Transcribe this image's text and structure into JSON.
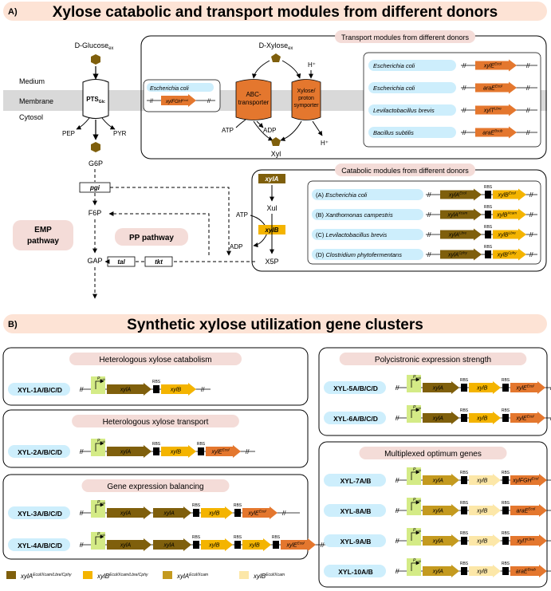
{
  "partA": {
    "label": "A)",
    "title": "Xylose catabolic and transport modules from different donors",
    "glucose": "D-Glucose",
    "xylose": "D-Xylose",
    "ex_sub": "ex",
    "medium": "Medium",
    "membrane": "Membrane",
    "cytosol": "Cytosol",
    "pts": "PTS",
    "pts_sub": "Glc",
    "pep": "PEP",
    "pyr": "PYR",
    "g6p": "G6P",
    "f6p": "F6P",
    "gap": "GAP",
    "pgi": "pgi",
    "tal": "tal",
    "tkt": "tkt",
    "emp1": "EMP",
    "emp2": "pathway",
    "pp": "PP pathway",
    "abc1": "ABC-",
    "abc2": "transporter",
    "sym1": "Xylose/",
    "sym2": "proton",
    "sym3": "symporter",
    "atp": "ATP",
    "adp": "ADP",
    "hplus": "H⁺",
    "xyl": "Xyl",
    "xul": "Xul",
    "x5p": "X5P",
    "xylA": "xylA",
    "xylB": "xylB",
    "transport_title": "Transport modules from different donors",
    "catabolic_title": "Catabolic modules from different donors",
    "ecoli_inset": "Escherichia coli",
    "xylFGH": "xylFGH",
    "transport_donors": [
      {
        "name": "Escherichia coli",
        "gene": "xylE",
        "sup": "Ecol"
      },
      {
        "name": "Escherichia coli",
        "gene": "araE",
        "sup": "Ecol"
      },
      {
        "name": "Levilactobacillus brevis",
        "gene": "xylT",
        "sup": "Lbre"
      },
      {
        "name": "Bacillus subtilis",
        "gene": "araE",
        "sup": "Bsub"
      }
    ],
    "catabolic_donors": [
      {
        "letter": "(A)",
        "name": "Escherichia coli",
        "a": "Ecol",
        "b": "Ecol"
      },
      {
        "letter": "(B)",
        "name": "Xanthomonas campestris",
        "a": "Xcam",
        "b": "Xcam"
      },
      {
        "letter": "(C)",
        "name": "Levilactobacillus brevis",
        "a": "Lbre",
        "b": "Lbre"
      },
      {
        "letter": "(D)",
        "name": "Clostridium phytofermentans",
        "a": "Cphy",
        "b": "Cphy"
      }
    ],
    "rbs": "RBS"
  },
  "partB": {
    "label": "B)",
    "title": "Synthetic xylose utilization gene clusters",
    "box1": "Heterologous xylose catabolism",
    "box2": "Heterologous xylose transport",
    "box3": "Gene expression balancing",
    "box4": "Polycistronic expression strength",
    "box5": "Multiplexed optimum genes",
    "clusters": [
      "XYL-1A/B/C/D",
      "XYL-2A/B/C/D",
      "XYL-3A/B/C/D",
      "XYL-4A/B/C/D",
      "XYL-5A/B/C/D",
      "XYL-6A/B/C/D",
      "XYL-7A/B",
      "XYL-8A/B",
      "XYL-9A/B",
      "XYL-10A/B"
    ],
    "promoter": "P",
    "promoter_sub": "xylA",
    "gene_labels": {
      "xylA": "xylA",
      "xylB": "xylB",
      "xylE": "xylE",
      "xylFGH": "xylFGH",
      "araE": "araE",
      "xylT": "xylT"
    },
    "sups": {
      "ecol": "Ecol",
      "bsub": "Bsub",
      "lbre": "Lbre"
    }
  },
  "legend": [
    {
      "gene": "xylA",
      "sup": "Ecol/Xcam/Lbre/Cphy",
      "color": "#7f5f0c"
    },
    {
      "gene": "xylB",
      "sup": "Ecol/Xcam/Lbre/Cphy",
      "color": "#f4b400"
    },
    {
      "gene": "xylA",
      "sup": "Ecol/Xcam",
      "color": "#c49a1f"
    },
    {
      "gene": "xylB",
      "sup": "Ecol/Xcam",
      "color": "#fce7a8"
    }
  ],
  "colors": {
    "banner": "#fde3d5",
    "title_pill": "#f4dcd8",
    "cyan": "#cdeefc",
    "membrane": "#d9d9d9",
    "xylA": "#7f5f0c",
    "xylB": "#f4b400",
    "transporter": "#e4772e",
    "promoter": "#d4eb86"
  }
}
